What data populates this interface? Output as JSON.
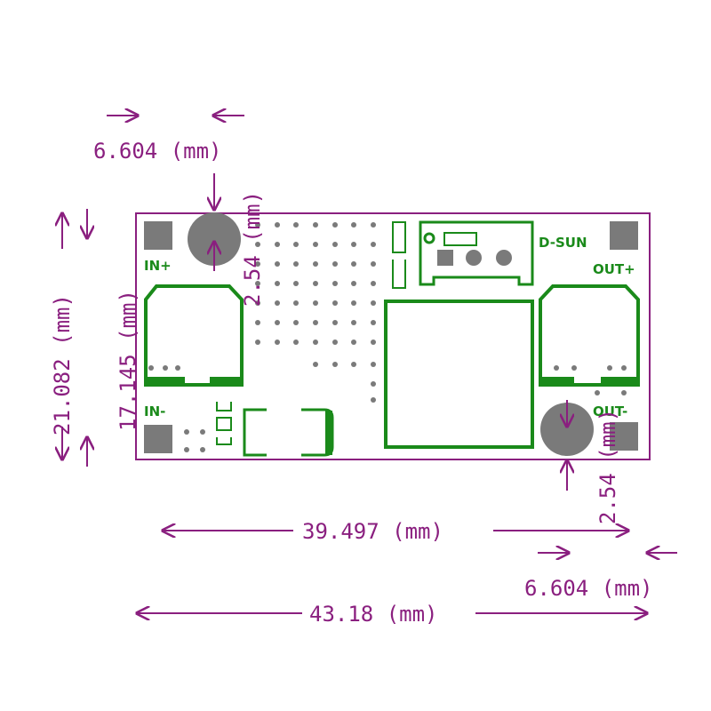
{
  "labels": {
    "in_plus": "IN+",
    "in_minus": "IN-",
    "out_plus": "OUT+",
    "out_minus": "OUT-",
    "brand": "D-SUN"
  },
  "dimensions": {
    "top_pad_width": "6.604 (mm)",
    "bottom_pad_width": "6.604 (mm)",
    "hole_offset_top": "2.54 (mm)",
    "hole_offset_bottom": "2.54 (mm)",
    "height_total": "21.082 (mm)",
    "height_inner": "17.145 (mm)",
    "width_inner": "39.497 (mm)",
    "width_total": "43.18 (mm)"
  },
  "colors": {
    "dimension": "#8a1f7f",
    "outline": "#1a8a1a",
    "pad": "#7a7a7a",
    "board_edge": "#8a1f7f"
  }
}
